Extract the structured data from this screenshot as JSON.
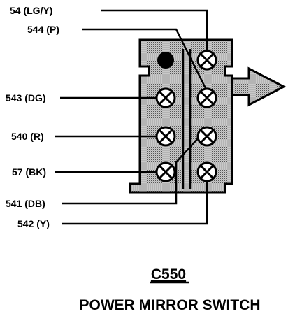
{
  "connector": {
    "code": "C550",
    "name": "POWER MIRROR SWITCH"
  },
  "wires": [
    {
      "id": "w54",
      "label": "54 (LG/Y)"
    },
    {
      "id": "w544",
      "label": "544 (P)"
    },
    {
      "id": "w543",
      "label": "543 (DG)"
    },
    {
      "id": "w540",
      "label": "540 (R)"
    },
    {
      "id": "w57",
      "label": "57 (BK)"
    },
    {
      "id": "w541",
      "label": "541 (DB)"
    },
    {
      "id": "w542",
      "label": "542 (Y)"
    }
  ]
}
